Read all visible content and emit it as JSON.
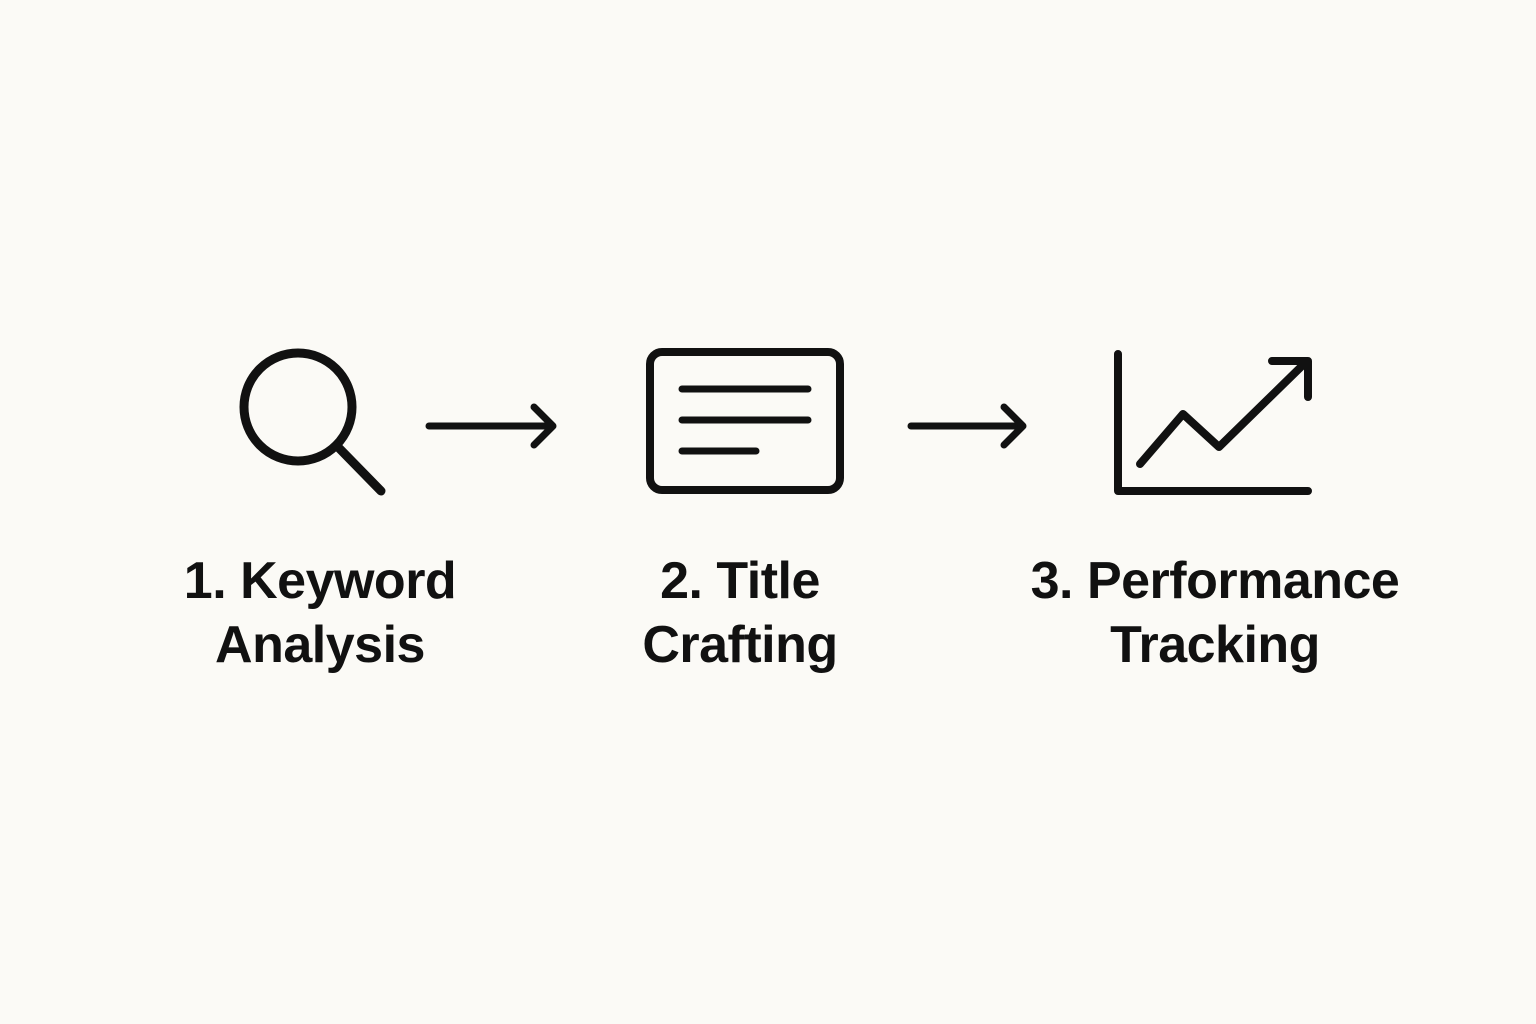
{
  "diagram": {
    "steps": [
      {
        "number": "1.",
        "line1": "1. Keyword",
        "line2": "Analysis",
        "icon": "search-icon"
      },
      {
        "number": "2.",
        "line1": "2. Title",
        "line2": "Crafting",
        "icon": "document-text-icon"
      },
      {
        "number": "3.",
        "line1": "3. Performance",
        "line2": "Tracking",
        "icon": "trending-up-chart-icon"
      }
    ],
    "connectors": [
      {
        "icon": "arrow-right-icon"
      },
      {
        "icon": "arrow-right-icon"
      }
    ],
    "colors": {
      "background": "#fbfaf6",
      "ink": "#111111"
    }
  }
}
